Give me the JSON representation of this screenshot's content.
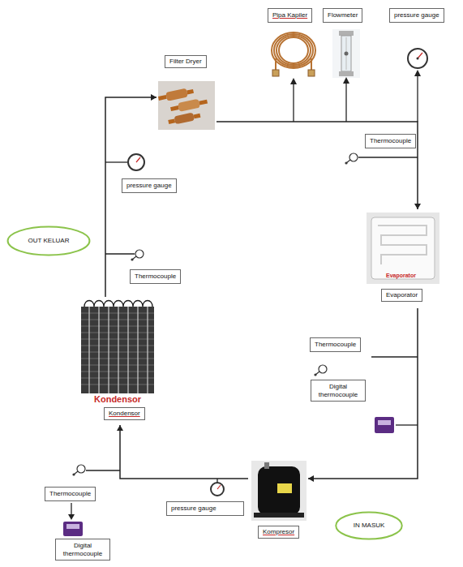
{
  "diagram": {
    "nodes": [
      {
        "text": [
          "Pipa Kapiler"
        ]
      },
      {
        "text": [
          "Flowmeter"
        ]
      },
      {
        "text": [
          "pressure gauge"
        ]
      },
      {
        "text": [
          "Filter Dryer"
        ]
      },
      {
        "text": [
          "Thermocouple"
        ]
      },
      {
        "text": [
          "pressure gauge"
        ]
      },
      {
        "text": [
          "OUT KELUAR"
        ]
      },
      {
        "text": [
          "Evaporator"
        ]
      },
      {
        "text": [
          "Thermocouple"
        ]
      },
      {
        "text": [
          "Thermocouple"
        ]
      },
      {
        "text": [
          "Kondensor"
        ]
      },
      {
        "text": [
          "Digital thermocouple"
        ]
      },
      {
        "text": [
          "Kompresor"
        ]
      },
      {
        "text": [
          "pressure gauge"
        ]
      },
      {
        "text": [
          "Thermocouple"
        ]
      },
      {
        "text": [
          "IN MASUK"
        ]
      },
      {
        "text": [
          "Digital thermocouple"
        ]
      }
    ],
    "edges": [
      {
        "from": 3,
        "to": 7,
        "arrow": "to"
      },
      {
        "from": 7,
        "to": 12,
        "arrow": "to"
      },
      {
        "from": 12,
        "to": 10,
        "arrow": "to"
      },
      {
        "from": 10,
        "to": 3,
        "arrow": "to"
      }
    ],
    "labels": [
      "Evaporator",
      "Kondensor"
    ]
  }
}
